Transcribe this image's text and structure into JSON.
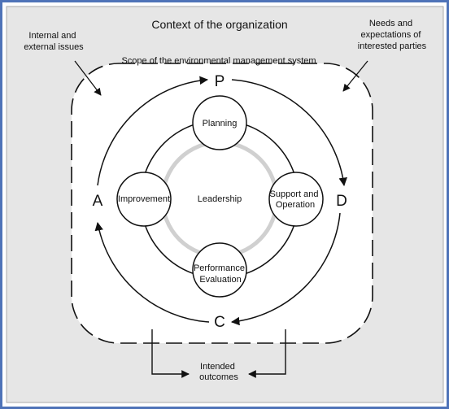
{
  "diagram": {
    "title": "Context of the organization",
    "left_note": [
      "Internal and",
      "external issues"
    ],
    "right_note": [
      "Needs and",
      "expectations of",
      "interested parties"
    ],
    "scope_label": "Scope of the environmental management system",
    "pdca": {
      "p": "P",
      "d": "D",
      "c": "C",
      "a": "A"
    },
    "center": "Leadership",
    "circles": {
      "planning": [
        "Planning"
      ],
      "support": [
        "Support and",
        "Operation"
      ],
      "evaluation": [
        "Performance",
        "Evaluation"
      ],
      "improvement": [
        "Improvement"
      ]
    },
    "outcomes": [
      "Intended",
      "outcomes"
    ]
  },
  "colors": {
    "frame": "#4f73b8",
    "panel": "#e6e6e6",
    "line": "#111111"
  }
}
